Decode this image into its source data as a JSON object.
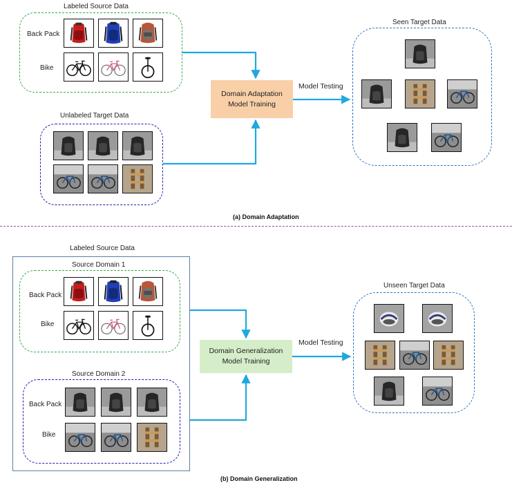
{
  "colors": {
    "green_dash": "#2eaa4e",
    "navy_dash": "#1c1cb0",
    "blue_dash": "#2a74c0",
    "arrow": "#1fa8e0",
    "adaptation_box": "#f9cfa8",
    "generalization_box": "#d5eec9",
    "separator": "#9b4aa8"
  },
  "adaptation": {
    "labeled_source_title": "Labeled Source Data",
    "row_backpack": "Back Pack",
    "row_bike": "Bike",
    "unlabeled_target_title": "Unlabeled Target Data",
    "process_line1": "Domain Adaptation",
    "process_line2": "Model Training",
    "testing_label": "Model Testing",
    "seen_target_title": "Seen Target Data",
    "caption": "(a)  Domain Adaptation"
  },
  "generalization": {
    "labeled_source_title": "Labeled Source Data",
    "source1_title": "Source Domain 1",
    "source2_title": "Source Domain 2",
    "row_backpack": "Back Pack",
    "row_bike": "Bike",
    "row_backpack_2": "Back Pack",
    "row_bike_2": "Bike",
    "process_line1": "Domain Generalization",
    "process_line2": "Model Training",
    "testing_label": "Model Testing",
    "unseen_target_title": "Unseen Target Data",
    "caption": "(b)  Domain Generalization"
  },
  "icons": {
    "backpack_red": "backpack-red-icon",
    "backpack_blue": "backpack-blue-icon",
    "backpack_orange": "backpack-orange-icon",
    "bike_black": "bike-black-icon",
    "bike_pink": "bike-pink-icon",
    "unicycle": "unicycle-icon",
    "photo_backpack": "photo-backpack-icon",
    "photo_bike": "photo-bike-icon",
    "photo_helmet": "photo-helmet-icon",
    "photo_rack": "photo-rack-icon"
  }
}
